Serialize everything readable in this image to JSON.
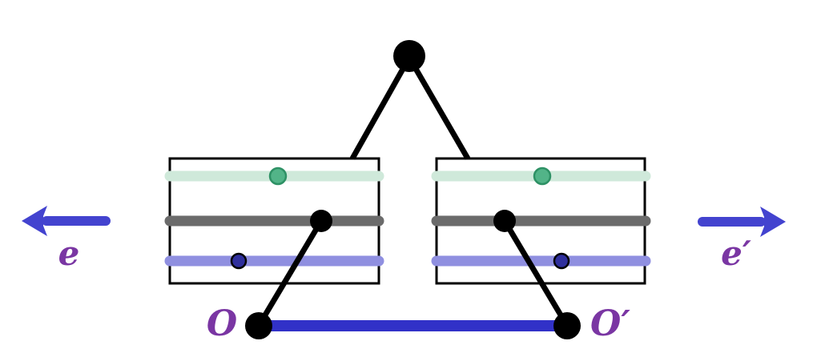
{
  "figure": {
    "labels": {
      "left_arrow": "e",
      "right_arrow": "e′",
      "left_origin": "O",
      "right_origin": "O′"
    }
  },
  "colors": {
    "ink": "#000000",
    "arrow_blue": "#4343cf",
    "base_blue": "#3131c8",
    "label_purple": "#7a36a3",
    "mint_bar": "#cfe9da",
    "gray_bar": "#6b6b6b",
    "periwinkle_bar": "#8f8fe0",
    "green_marker": "#52b488",
    "green_marker_border": "#2e9165",
    "navy_marker": "#2f2f9d",
    "background": "#ffffff"
  }
}
